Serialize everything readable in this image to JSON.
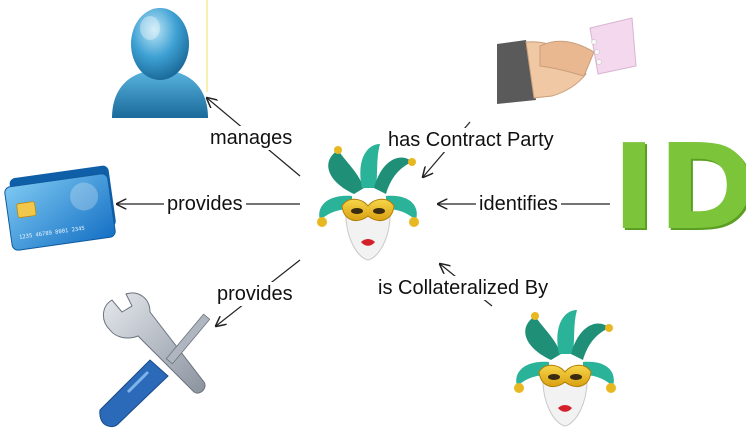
{
  "labels": {
    "manages": "manages",
    "has_contract_party": "has Contract Party",
    "provides_card": "provides",
    "identifies": "identifies",
    "provides_tools": "provides",
    "is_collateralized_by": "is Collateralized By"
  },
  "id_logo_text": "ID",
  "card_number": "1235 46789 8001 2345",
  "icons": {
    "center": "jester-mask-icon",
    "person": "person-icon",
    "handshake": "handshake-icon",
    "card": "credit-card-icon",
    "tools": "wrench-screwdriver-icon",
    "collateral": "jester-mask-icon"
  },
  "colors": {
    "id_green": "#7cc53a",
    "mask_teal": "#1f8f78",
    "mask_gold": "#e8b820",
    "person_blue": "#2d8fc4",
    "card_blue": "#1e88d8"
  }
}
